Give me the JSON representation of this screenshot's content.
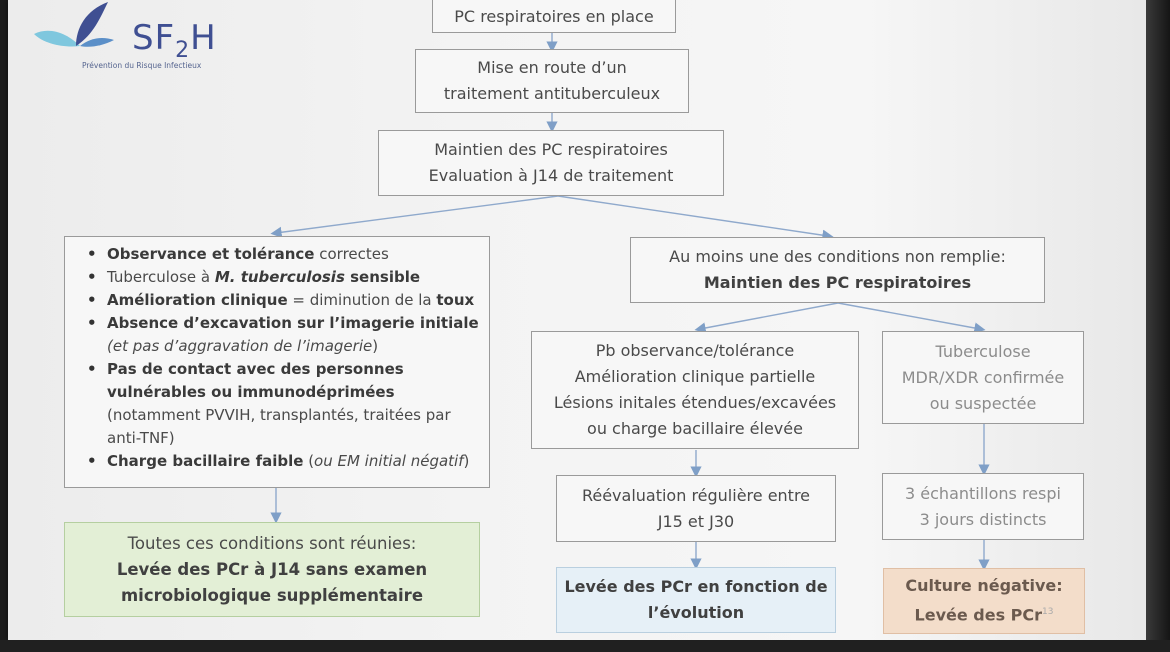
{
  "logo": {
    "name": "SF2H",
    "name_main": "SF",
    "name_sub": "2",
    "name_end": "H",
    "tagline": "Prévention du Risque Infectieux"
  },
  "flow": {
    "step1": "PC respiratoires en place",
    "step2": [
      "Mise en route d’un",
      "traitement antituberculeux"
    ],
    "step3": [
      "Maintien des PC respiratoires",
      "Evaluation à J14 de traitement"
    ],
    "conditions": [
      {
        "parts": [
          {
            "t": "Observance et tolérance",
            "b": true
          },
          {
            "t": " correctes"
          }
        ]
      },
      {
        "parts": [
          {
            "t": "Tuberculose à "
          },
          {
            "t": "M. tuberculosis",
            "b": true,
            "i": true
          },
          {
            "t": " sensible",
            "b": true
          }
        ]
      },
      {
        "parts": [
          {
            "t": "Amélioration clinique",
            "b": true
          },
          {
            "t": " = diminution de la "
          },
          {
            "t": "toux",
            "b": true
          }
        ]
      },
      {
        "parts": [
          {
            "t": "Absence d’excavation sur l’imagerie initiale",
            "b": true
          }
        ],
        "cont": [
          [
            {
              "t": "(et pas d’aggravation de l’imagerie",
              "i": true
            },
            {
              "t": ")"
            }
          ]
        ]
      },
      {
        "parts": [
          {
            "t": "Pas de contact avec des personnes",
            "b": true
          }
        ],
        "cont": [
          [
            {
              "t": "vulnérables ou immunodéprimées",
              "b": true
            }
          ],
          [
            {
              "t": "(notamment PVVIH, transplantés, traitées par"
            }
          ],
          [
            {
              "t": "anti-TNF)"
            }
          ]
        ]
      },
      {
        "parts": [
          {
            "t": "Charge bacillaire faible",
            "b": true
          },
          {
            "t": " ("
          },
          {
            "t": "ou EM initial négatif",
            "i": true
          },
          {
            "t": ")"
          }
        ]
      }
    ],
    "all_met": {
      "line1": "Toutes ces conditions sont réunies:",
      "line2": "Levée des PCr à J14 sans examen",
      "line3": "microbiologique supplémentaire"
    },
    "not_met": {
      "line1": "Au moins une des conditions non remplie:",
      "line2": "Maintien des PC respiratoires"
    },
    "branch_a": {
      "issues": [
        "Pb observance/tolérance",
        "Amélioration clinique partielle",
        "Lésions initales étendues/excavées",
        "ou charge bacillaire élevée"
      ],
      "reeval": [
        "Réévaluation régulière entre",
        "J15 et J30"
      ],
      "result": [
        "Levée des PCr en fonction de",
        "l’évolution"
      ]
    },
    "branch_b": {
      "issues": [
        "Tuberculose",
        "MDR/XDR confirmée",
        "ou suspectée"
      ],
      "samples": [
        "3 échantillons respi",
        "3 jours distincts"
      ],
      "result": [
        "Culture négative:",
        "Levée des PCr"
      ],
      "footnote": "13"
    }
  },
  "colors": {
    "arrow": "#7f9fc7",
    "green_box": "#e3efd6",
    "blue_box": "#e6f0f7",
    "orange_box": "#f3ddca",
    "logo": "#3f4f92"
  }
}
